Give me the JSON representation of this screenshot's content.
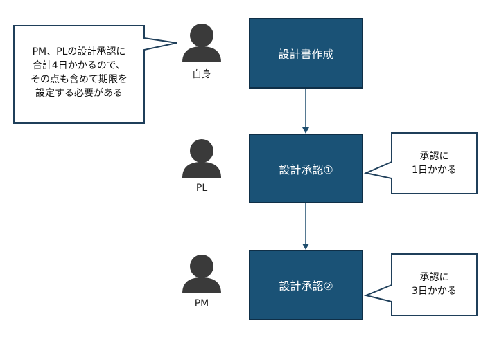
{
  "colors": {
    "box_fill": "#1a5276",
    "box_border": "#0f2f47",
    "box_text": "#ffffff",
    "callout_border": "#1f3f5a",
    "person_icon": "#3a3a3a",
    "arrow": "#1f4e6e"
  },
  "steps": [
    {
      "label": "設計書作成",
      "person": "自身"
    },
    {
      "label": "設計承認①",
      "person": "PL"
    },
    {
      "label": "設計承認②",
      "person": "PM"
    }
  ],
  "callouts": {
    "main": {
      "lines": [
        "PM、PLの設計承認に",
        "合計4日かかるので、",
        "その点も含めて期限を",
        "設定する必要がある"
      ]
    },
    "approval_1": {
      "lines": [
        "承認に",
        "1日かかる"
      ]
    },
    "approval_2": {
      "lines": [
        "承認に",
        "3日かかる"
      ]
    }
  },
  "icons": {
    "person": "person-icon",
    "arrow": "arrow-down-icon"
  }
}
